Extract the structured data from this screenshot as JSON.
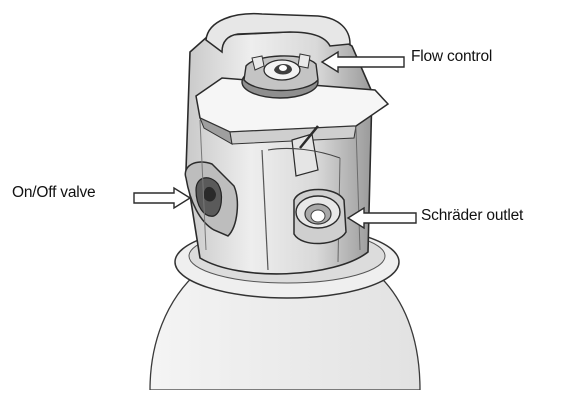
{
  "diagram": {
    "labels": {
      "flow_control": "Flow control",
      "on_off_valve": "On/Off valve",
      "schrader_outlet": "Schräder outlet"
    }
  },
  "colors": {
    "ink": "#2b2b2b",
    "shade_dark": "#6e6e6e",
    "shade_mid": "#a9a9a9",
    "shade_light": "#d6d6d6",
    "background": "#ffffff"
  }
}
